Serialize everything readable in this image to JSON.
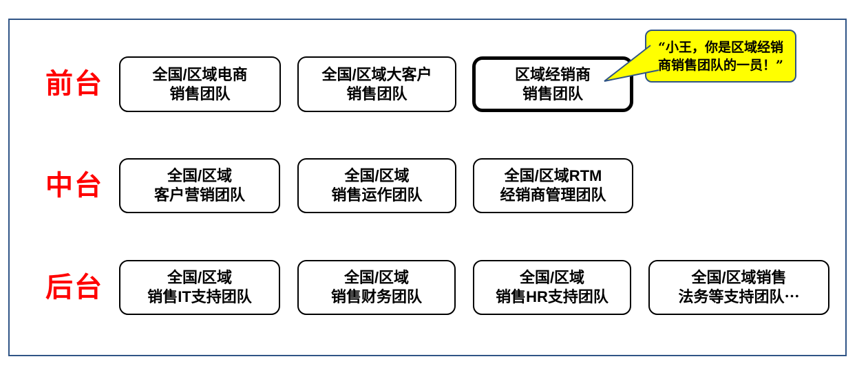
{
  "figure": {
    "colors": {
      "label_red": "#FF0000",
      "frame_border": "#2F5486",
      "box_border": "#000000",
      "callout_fill": "#FFFF00",
      "callout_border": "#2F5486"
    },
    "callout": {
      "line1": "“小王，你是区域经销",
      "line2": "商销售团队的一员！”"
    },
    "rows": [
      {
        "label": "前台",
        "teams": [
          {
            "line1": "全国/区域电商",
            "line2": "销售团队"
          },
          {
            "line1": "全国/区域大客户",
            "line2": "销售团队"
          },
          {
            "line1": "区域经销商",
            "line2": "销售团队",
            "highlighted": true
          }
        ]
      },
      {
        "label": "中台",
        "teams": [
          {
            "line1": "全国/区域",
            "line2": "客户营销团队"
          },
          {
            "line1": "全国/区域",
            "line2": "销售运作团队"
          },
          {
            "line1": "全国/区域RTM",
            "line2": "经销商管理团队"
          }
        ]
      },
      {
        "label": "后台",
        "teams": [
          {
            "line1": "全国/区域",
            "line2": "销售IT支持团队"
          },
          {
            "line1": "全国/区域",
            "line2": "销售财务团队"
          },
          {
            "line1": "全国/区域",
            "line2": "销售HR支持团队"
          },
          {
            "line1": "全国/区域销售",
            "line2": "法务等支持团队⋯"
          }
        ]
      }
    ]
  }
}
